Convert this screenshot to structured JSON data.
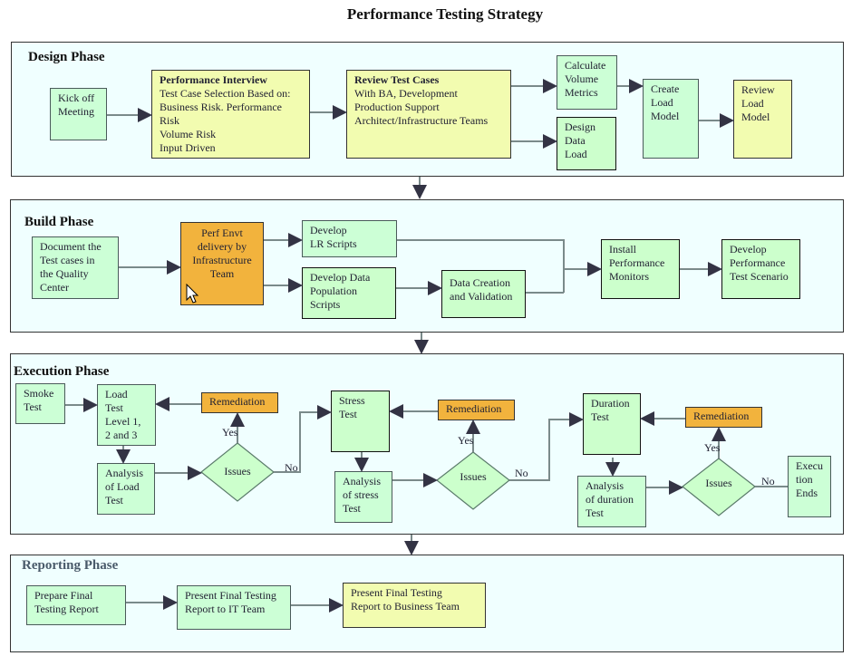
{
  "title": "Performance Testing Strategy",
  "phases": {
    "design": {
      "title": "Design Phase",
      "kickoff": "Kick off\nMeeting",
      "interview_title": "Performance Interview",
      "interview_body": "Test Case Selection Based on:\nBusiness Risk. Performance\nRisk\nVolume Risk\nInput Driven",
      "review_title": "Review Test Cases",
      "review_body": "With BA, Development\nProduction Support\nArchitect/Infrastructure Teams",
      "calc_volume": "Calculate\nVolume\nMetrics",
      "design_data": "Design\nData\nLoad",
      "create_load": "Create\nLoad\nModel",
      "review_load": "Review\nLoad\nModel"
    },
    "build": {
      "title": "Build Phase",
      "document": "Document the\nTest cases in\nthe Quality\nCenter",
      "perf_envt": "Perf Envt\ndelivery by\nInfrastructure\nTeam",
      "develop_lr": "Develop\nLR Scripts",
      "develop_data": "Develop Data\nPopulation\nScripts",
      "data_creation": "Data Creation\nand Validation",
      "install_monitors": "Install\nPerformance\nMonitors",
      "develop_scenario": "Develop\nPerformance\nTest Scenario"
    },
    "execution": {
      "title": "Execution Phase",
      "smoke": "Smoke\nTest",
      "load_test": "Load\nTest\nLevel 1,\n2 and 3",
      "analysis_load": "Analysis\nof Load\nTest",
      "remediation": "Remediation",
      "issues": "Issues",
      "yes": "Yes",
      "no": "No",
      "stress_test": "Stress\nTest",
      "analysis_stress": "Analysis\nof stress\nTest",
      "duration_test": "Duration\nTest",
      "analysis_duration": "Analysis\nof duration\nTest",
      "execution_ends": "Execu\ntion\nEnds"
    },
    "reporting": {
      "title": "Reporting Phase",
      "prepare": "Prepare Final\nTesting Report",
      "present_it": "Present Final Testing\nReport to IT Team",
      "present_business": "Present Final Testing\nReport to Business Team"
    }
  },
  "colors": {
    "panel": "#f0ffff",
    "green": "#ccffcc",
    "yellow": "#f2fcb0",
    "orange": "#f2b33d"
  }
}
